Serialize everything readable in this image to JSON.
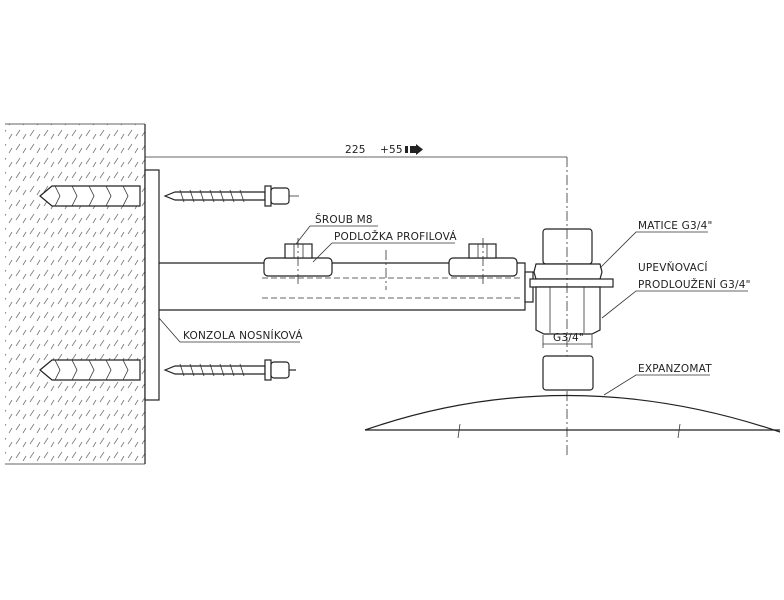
{
  "drawing": {
    "dimension_main": "225",
    "dimension_extra": "+55",
    "labels": {
      "screw": "ŠROUB M8",
      "washer": "PODLOŽKA PROFILOVÁ",
      "bracket": "KONZOLA NOSNÍKOVÁ",
      "nut": "MATICE G3/4\"",
      "extension_line1": "UPEVŇOVACÍ",
      "extension_line2": "PRODLOUŽENÍ G3/4\"",
      "thread": "G3/4\"",
      "vessel": "EXPANZOMAT"
    }
  }
}
